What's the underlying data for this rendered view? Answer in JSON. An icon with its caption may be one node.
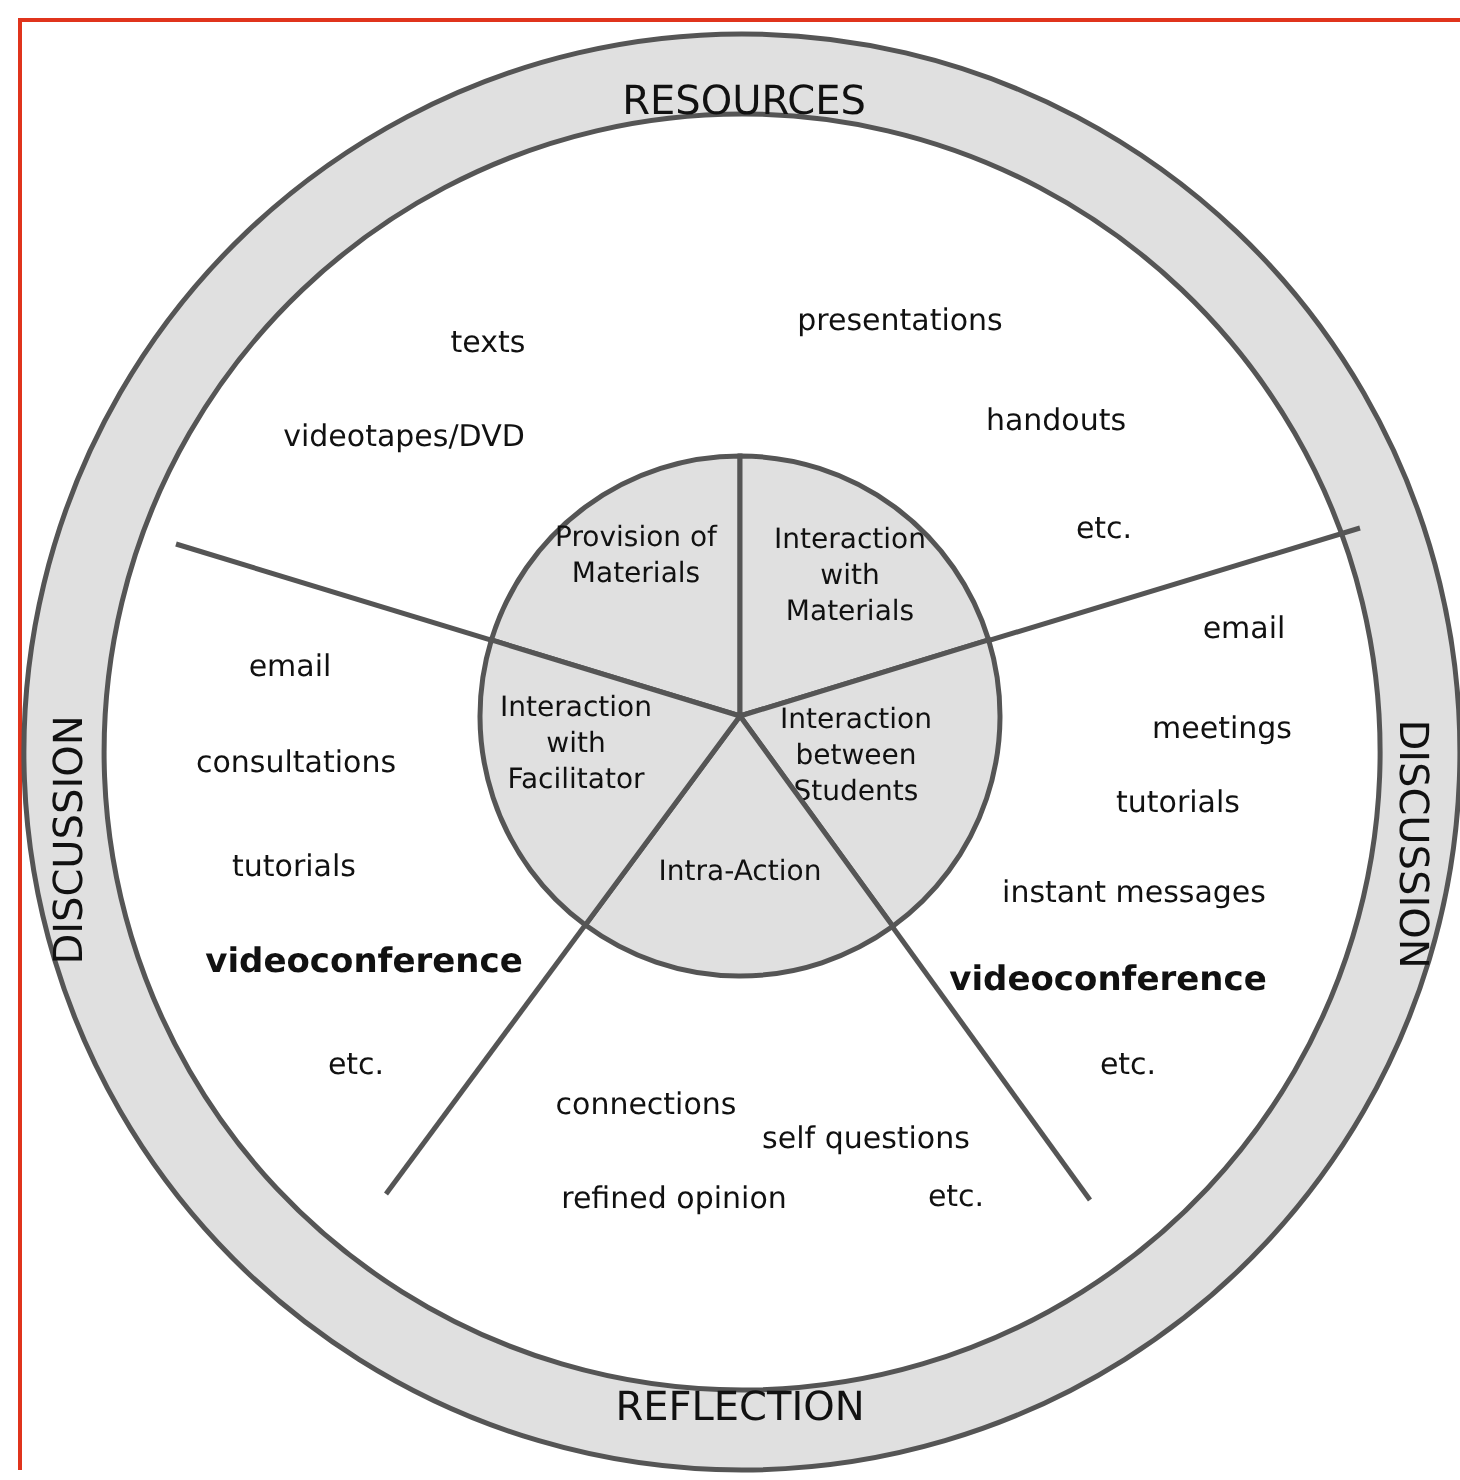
{
  "diagram": {
    "nodes": [
      {
        "text": [
          "Provision of Materials"
        ]
      },
      {
        "text": [
          "Interaction with Materials"
        ]
      },
      {
        "text": [
          "Interaction between Students"
        ]
      },
      {
        "text": [
          "Intra-Action"
        ]
      },
      {
        "text": [
          "Interaction with Facilitator"
        ]
      }
    ],
    "labels": [
      "RESOURCES",
      "texts",
      "presentations",
      "videotapes/DVD",
      "handouts",
      "etc.",
      "DISCUSSION",
      "email",
      "consultations",
      "tutorials",
      "videoconference",
      "etc.",
      "email",
      "meetings",
      "tutorials",
      "instant messages",
      "videoconference",
      "etc.",
      "DISCUSSION",
      "connections",
      "self questions",
      "refined opinion",
      "etc.",
      "REFLECTION"
    ]
  }
}
